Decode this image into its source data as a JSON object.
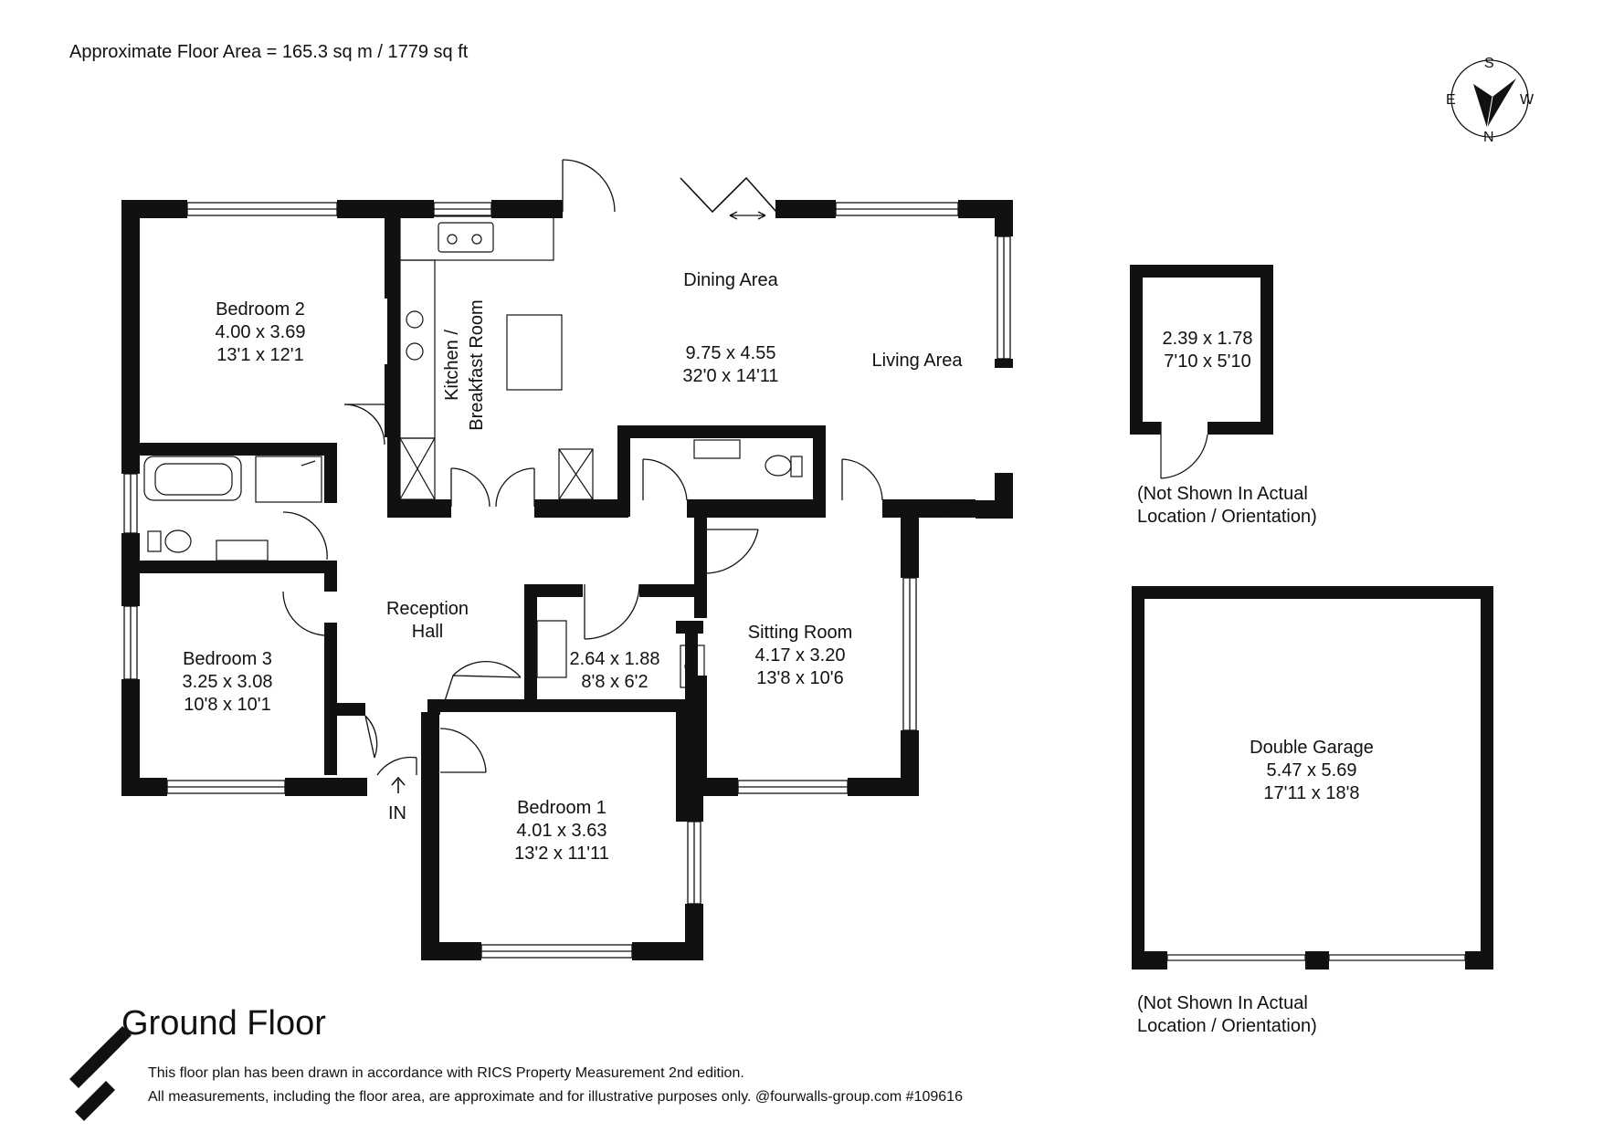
{
  "header": {
    "floor_area": "Approximate Floor Area = 165.3 sq m / 1779 sq ft"
  },
  "compass": {
    "s": "S",
    "e": "E",
    "w": "W",
    "n": "N"
  },
  "rooms": {
    "bedroom2": {
      "name": "Bedroom 2",
      "metric": "4.00 x 3.69",
      "imperial": "13'1 x 12'1"
    },
    "kitchen": {
      "name1": "Kitchen /",
      "name2": "Breakfast Room"
    },
    "dining": {
      "name": "Dining Area",
      "metric": "9.75 x 4.55",
      "imperial": "32'0 x 14'11"
    },
    "living": {
      "name": "Living Area"
    },
    "reception": {
      "name1": "Reception",
      "name2": "Hall"
    },
    "bedroom3": {
      "name": "Bedroom 3",
      "metric": "3.25 x 3.08",
      "imperial": "10'8 x 10'1"
    },
    "utility": {
      "metric": "2.64 x 1.88",
      "imperial": "8'8 x 6'2"
    },
    "sitting": {
      "name": "Sitting Room",
      "metric": "4.17 x 3.20",
      "imperial": "13'8 x 10'6"
    },
    "bedroom1": {
      "name": "Bedroom 1",
      "metric": "4.01 x 3.63",
      "imperial": "13'2 x 11'11"
    },
    "store": {
      "metric": "2.39 x 1.78",
      "imperial": "7'10 x 5'10"
    },
    "garage": {
      "name": "Double Garage",
      "metric": "5.47 x 5.69",
      "imperial": "17'11 x 18'8"
    }
  },
  "entrance": "IN",
  "notes": {
    "store_note1": "(Not Shown In Actual",
    "store_note2": "Location / Orientation)",
    "garage_note1": "(Not Shown In Actual",
    "garage_note2": "Location / Orientation)"
  },
  "footer": {
    "floor_title": "Ground Floor",
    "line1": "This floor plan has been drawn in accordance with RICS Property Measurement 2nd edition.",
    "line2": "All measurements, including the floor area, are approximate and for illustrative purposes only. @fourwalls-group.com #109616"
  }
}
